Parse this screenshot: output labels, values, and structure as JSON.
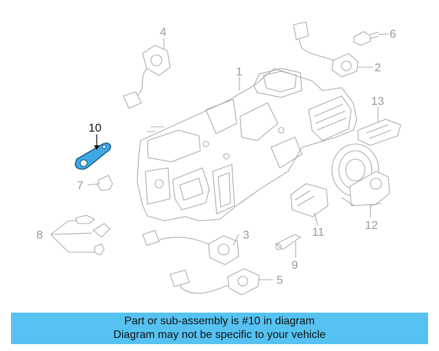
{
  "diagram": {
    "callouts": {
      "c1": "1",
      "c2": "2",
      "c3": "3",
      "c4": "4",
      "c5": "5",
      "c6": "6",
      "c7": "7",
      "c8": "8",
      "c9": "9",
      "c10": "10",
      "c11": "11",
      "c12": "12",
      "c13": "13"
    },
    "highlight_color": "#3fa9e6",
    "line_color": "#a8a8a8"
  },
  "banner": {
    "line1": "Part or sub-assembly is #10 in diagram",
    "line2": "Diagram may not be specific to your vehicle",
    "background": "#55c2f2"
  }
}
